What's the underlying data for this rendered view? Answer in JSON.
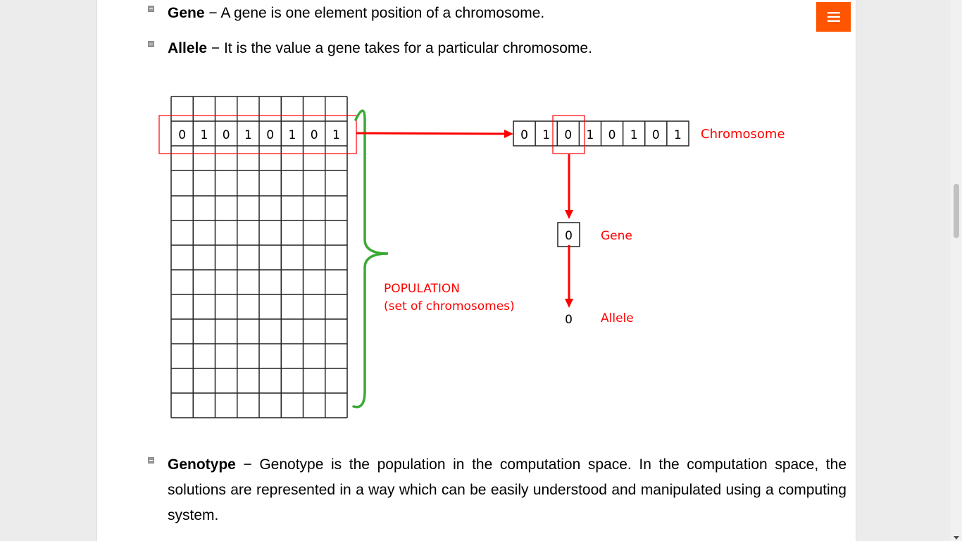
{
  "menu_icon": "hamburger-menu-icon",
  "accent_color": "#ff5400",
  "definitions": [
    {
      "term": "Gene",
      "separator": " − ",
      "text": "A gene is one element position of a chromosome."
    },
    {
      "term": "Allele",
      "separator": " − ",
      "text": "It is the value a gene takes for a particular chromosome."
    },
    {
      "term": "Genotype",
      "separator": " − ",
      "text": "Genotype is the population in the computation space. In the computation space, the solutions are represented in a way which can be easily understood and manipulated using a computing system."
    }
  ],
  "diagram": {
    "chromosome_bits": [
      "0",
      "1",
      "0",
      "1",
      "0",
      "1",
      "0",
      "1"
    ],
    "chromosome_label": "Chromosome",
    "gene_value": "0",
    "gene_label": "Gene",
    "allele_value": "0",
    "allele_label": "Allele",
    "population_label_line1": "POPULATION",
    "population_label_line2": "(set of chromosomes)",
    "colors": {
      "red": "#ff0000",
      "green": "#3aaa35",
      "grid": "#222222"
    }
  }
}
